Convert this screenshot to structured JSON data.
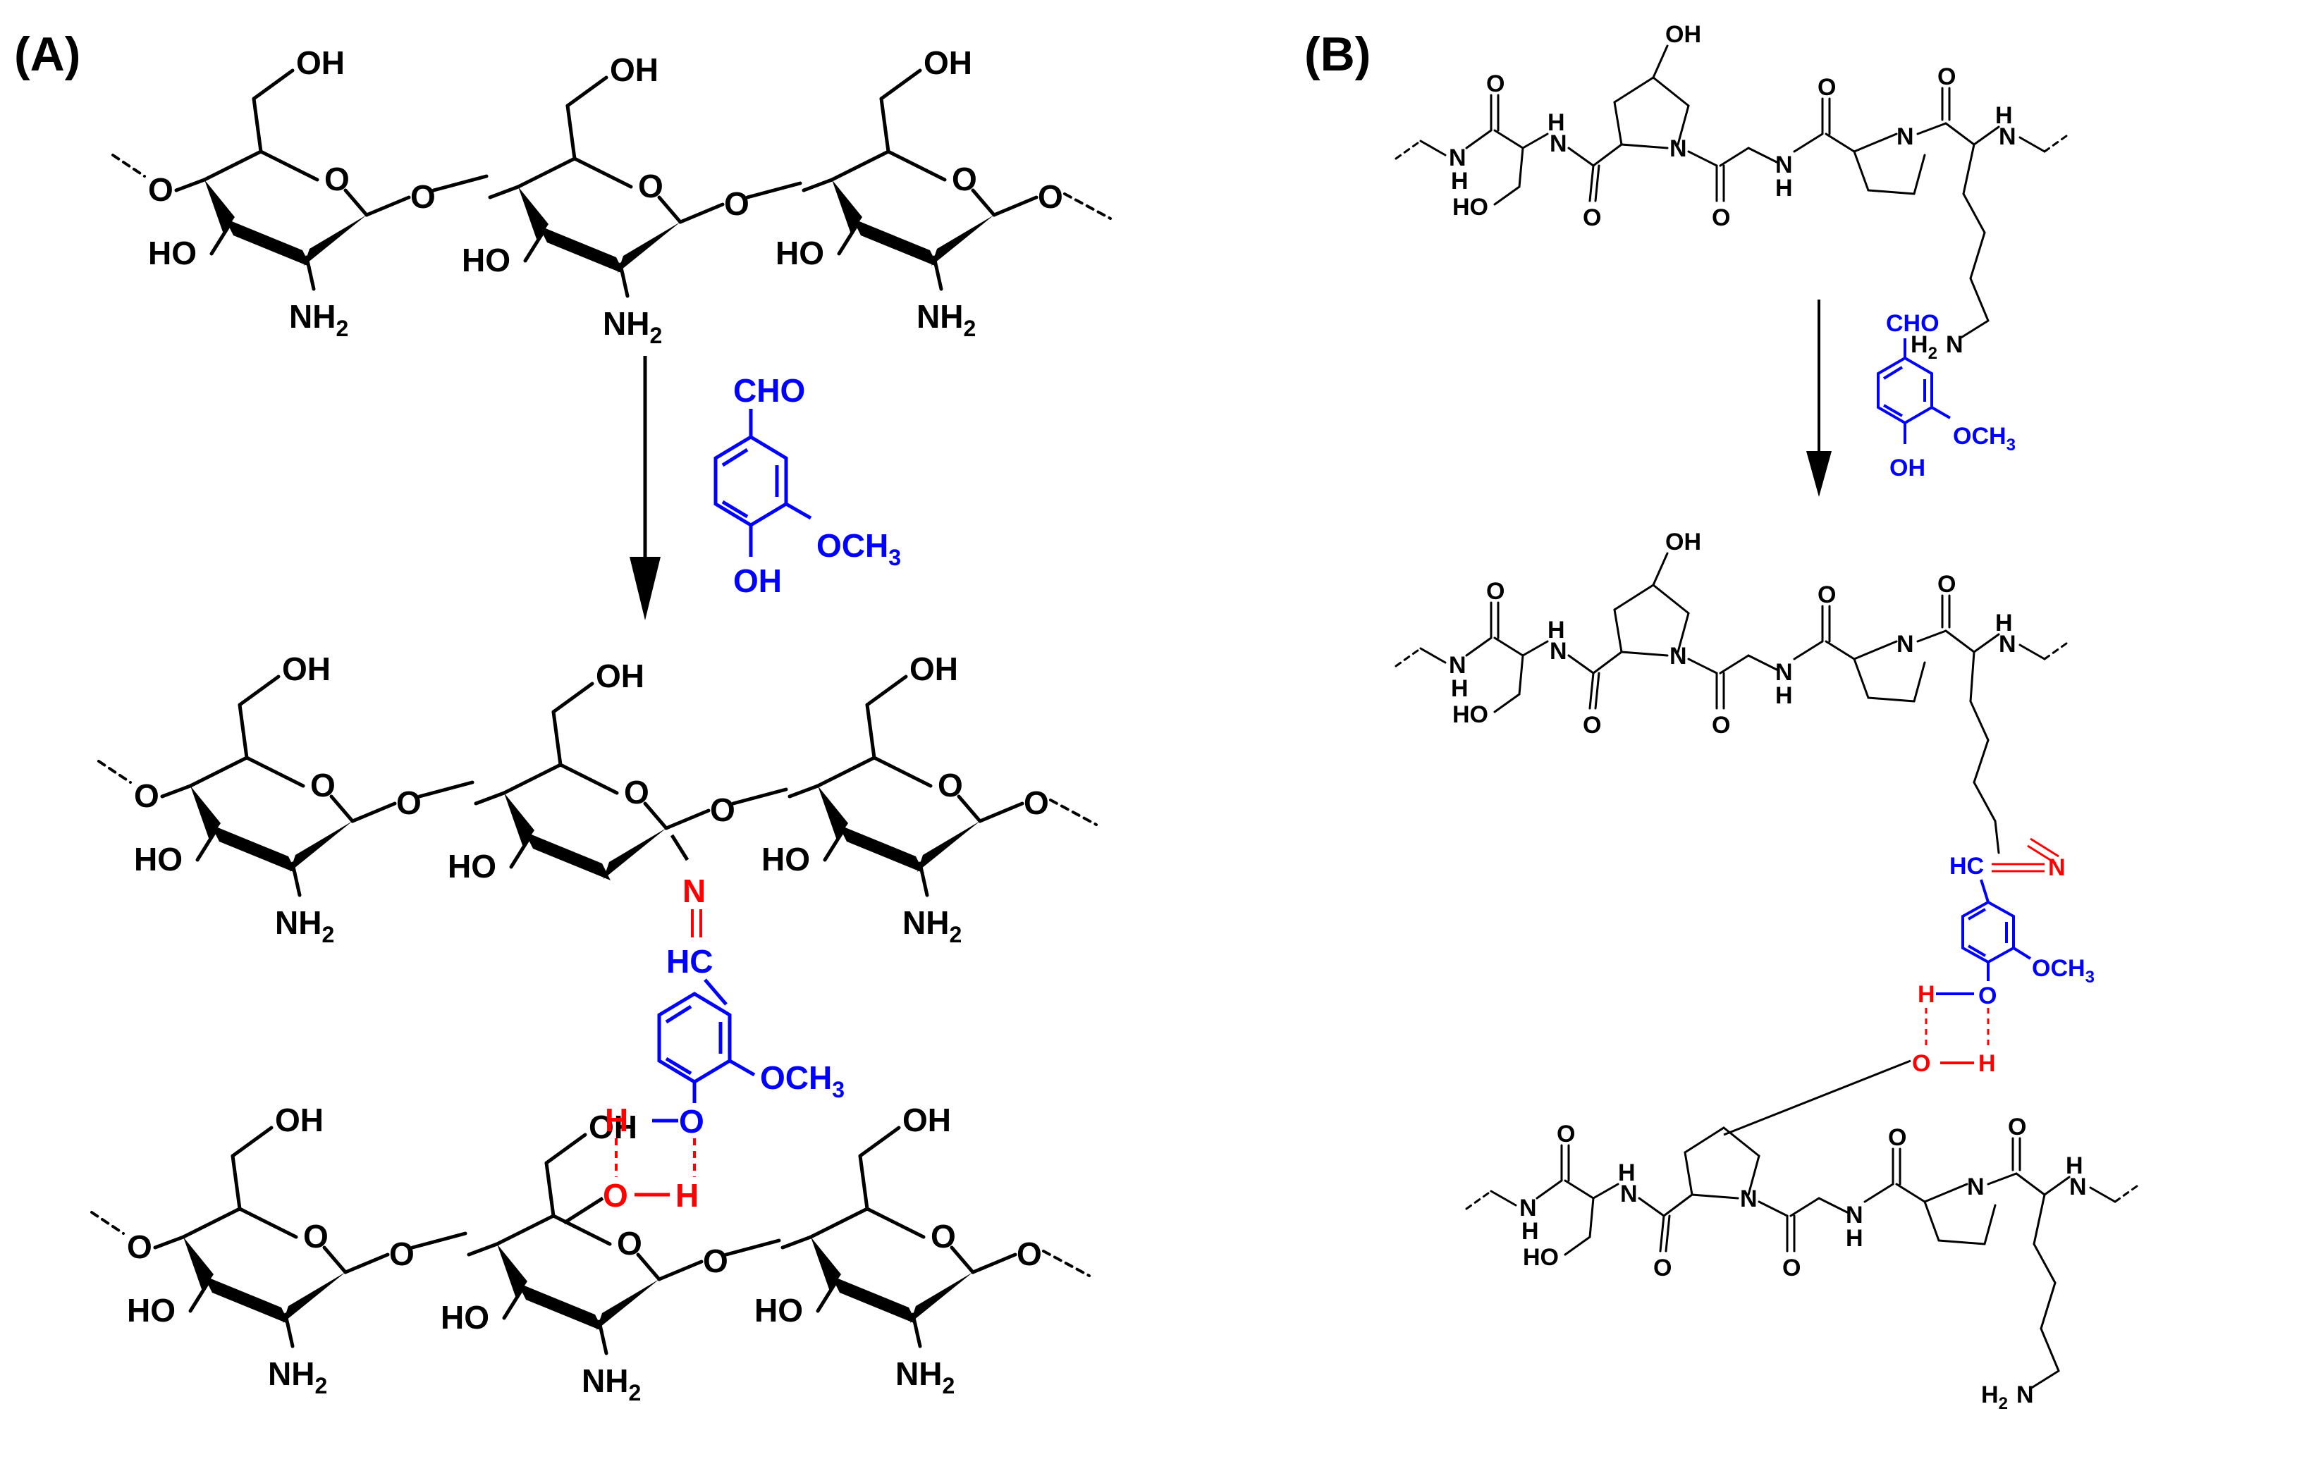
{
  "colors": {
    "text": "#000000",
    "reagent": "#0000ff",
    "bond_highlight": "#ff0000",
    "background": "#ffffff"
  },
  "panel_a": {
    "label": "(A)",
    "chitosan_units": [
      {
        "oh_top": "OH",
        "ho_left": "HO",
        "amine": "NH",
        "amine_sub": "2",
        "ring_o": "O"
      },
      {
        "oh_top": "OH",
        "ho_left": "HO",
        "amine": "NH",
        "amine_sub": "2",
        "ring_o": "O"
      },
      {
        "oh_top": "OH",
        "ho_left": "HO",
        "amine": "NH",
        "amine_sub": "2",
        "ring_o": "O"
      }
    ],
    "linker_o": "O",
    "reagent": {
      "aldehyde": "CHO",
      "methoxy": "OCH",
      "methoxy_sub": "3",
      "hydroxyl": "OH"
    },
    "product": {
      "imine_n": "N",
      "imine_hc": "HC",
      "methoxy": "OCH",
      "methoxy_sub": "3",
      "phenol_h": "H",
      "phenol_o": "O",
      "partner_o": "O",
      "partner_h": "H"
    }
  },
  "panel_b": {
    "label": "(B)",
    "peptide": {
      "carbonyl_o": "O",
      "amide_h": "H",
      "amide_n": "N",
      "nh": "H",
      "ho": "HO",
      "oh": "OH",
      "ring_n": "N",
      "amine": "H",
      "amine_sub": "2",
      "amine_n": "N"
    },
    "reagent": {
      "aldehyde": "CHO",
      "methoxy": "OCH",
      "methoxy_sub": "3",
      "hydroxyl": "OH"
    },
    "product": {
      "imine_hc": "HC",
      "imine_n": "N",
      "methoxy": "OCH",
      "methoxy_sub": "3",
      "phenol_h": "H",
      "phenol_o": "O",
      "partner_o": "O",
      "partner_h": "H"
    }
  }
}
